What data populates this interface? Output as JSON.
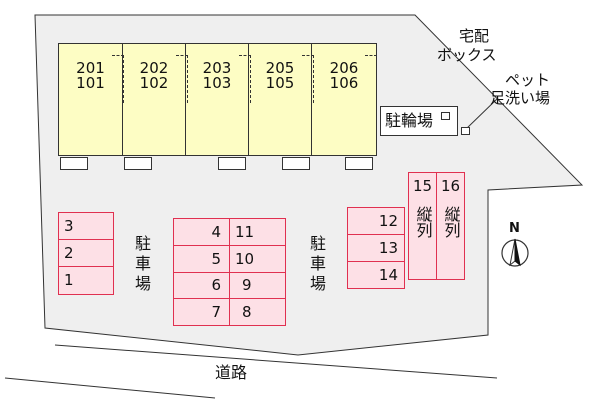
{
  "units": [
    {
      "top": "201",
      "bottom": "101"
    },
    {
      "top": "202",
      "bottom": "102"
    },
    {
      "top": "203",
      "bottom": "103"
    },
    {
      "top": "205",
      "bottom": "105"
    },
    {
      "top": "206",
      "bottom": "106"
    }
  ],
  "bike_parking": "駐輪場",
  "delivery_box": [
    "宅配",
    "ボックス"
  ],
  "pet_wash": [
    "ペット",
    "足洗い場"
  ],
  "parking_label": [
    "駐",
    "車",
    "場"
  ],
  "parking_spaces": {
    "left_column": [
      "3",
      "2",
      "1"
    ],
    "center_left": [
      "4",
      "5",
      "6",
      "7"
    ],
    "center_right": [
      "11",
      "10",
      "9",
      "8"
    ],
    "right_column": [
      "12",
      "13",
      "14"
    ],
    "vertical": [
      {
        "number": "15",
        "label": "縦列"
      },
      {
        "number": "16",
        "label": "縦列"
      }
    ]
  },
  "compass": "N",
  "road": "道路",
  "colors": {
    "building": "#fdfdc4",
    "parking_fill": "#fde0e6",
    "parking_border": "#e03050",
    "lot": "#efefef"
  }
}
